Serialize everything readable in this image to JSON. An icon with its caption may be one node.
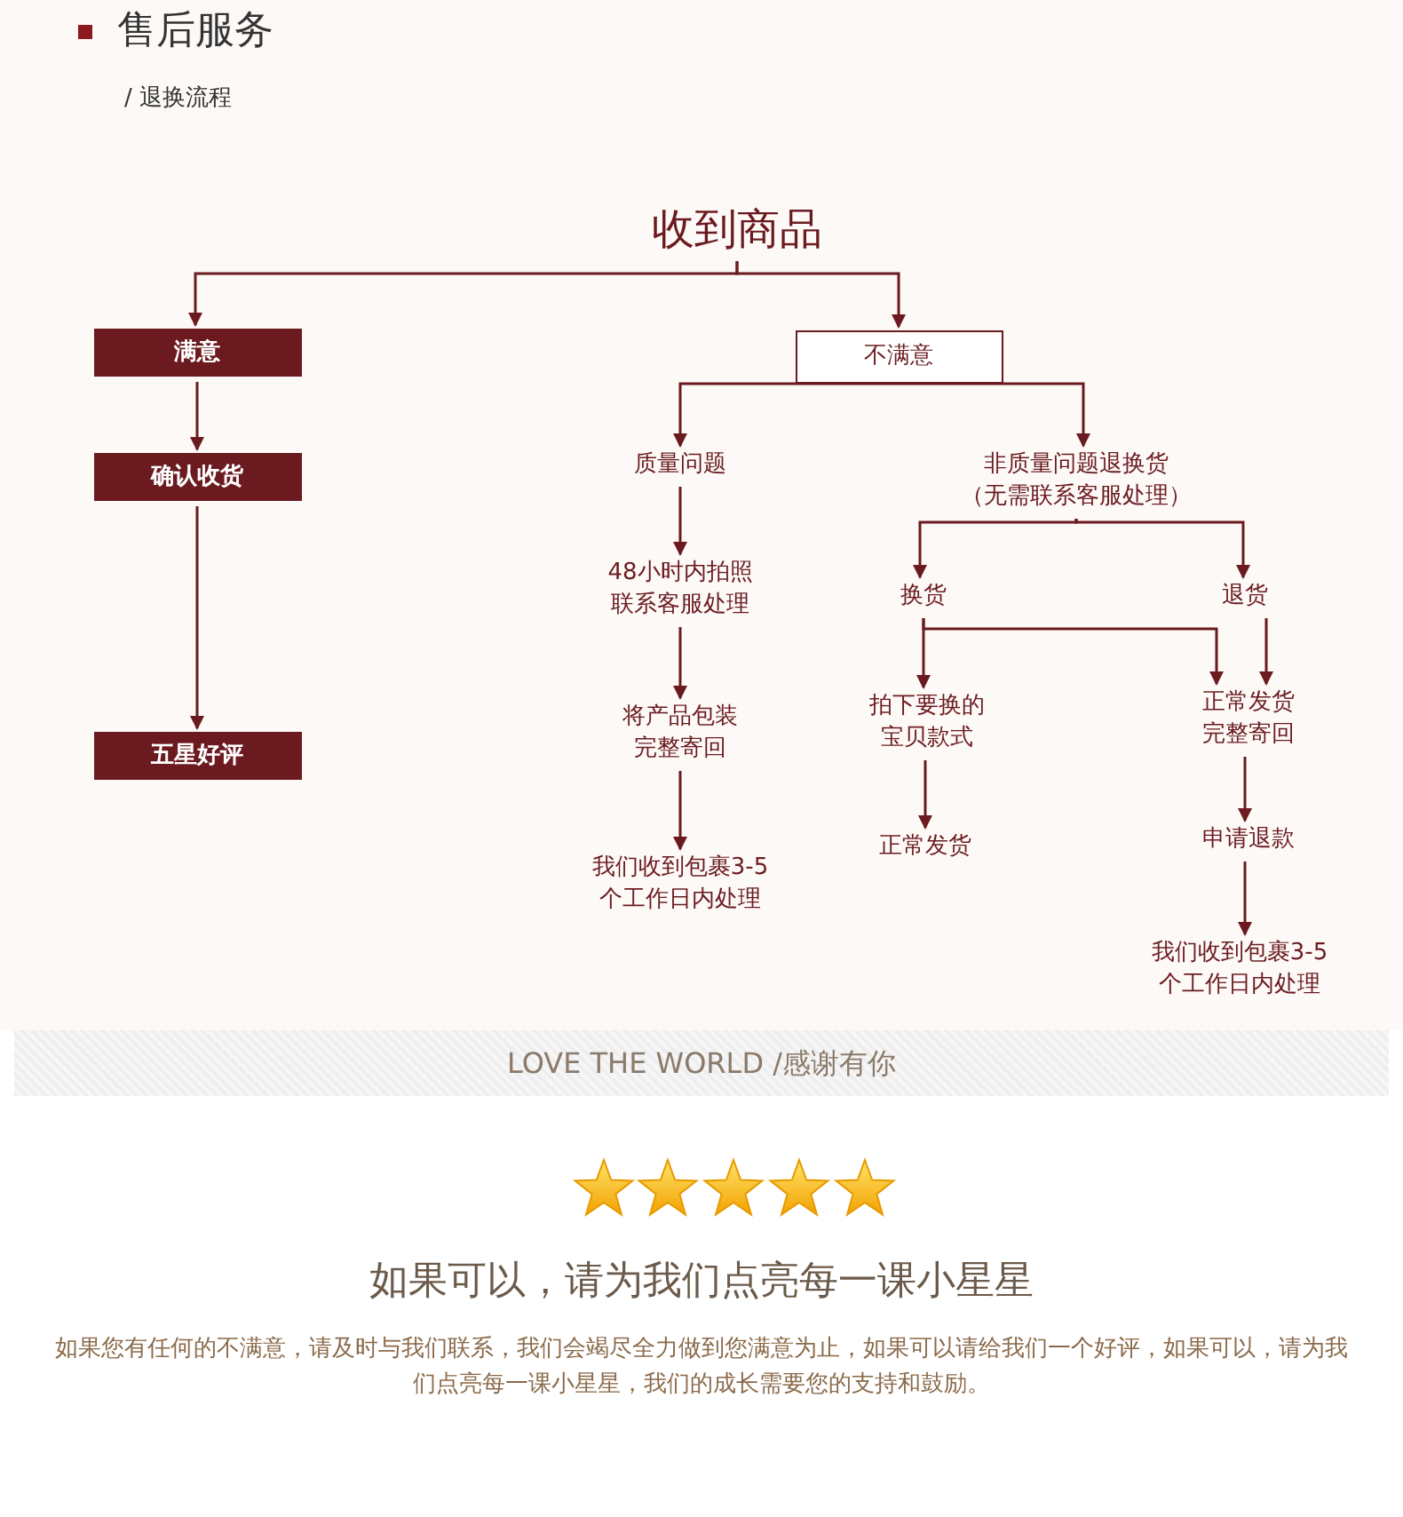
{
  "diagram": {
    "title": "售后服务",
    "nodes": [
      {
        "text": [
          "收到商品"
        ]
      },
      {
        "text": [
          "满意"
        ]
      },
      {
        "text": [
          "不满意"
        ]
      },
      {
        "text": [
          "确认收货"
        ]
      },
      {
        "text": [
          "五星好评"
        ]
      },
      {
        "text": [
          "质量问题"
        ]
      },
      {
        "text": [
          "非质量问题退换货",
          "（无需联系客服处理）"
        ]
      },
      {
        "text": [
          "48小时内拍照联系客服处理"
        ]
      },
      {
        "text": [
          "将产品包装完整寄回"
        ]
      },
      {
        "text": [
          "我们收到包裹3-5个工作日内处理"
        ]
      },
      {
        "text": [
          "换货"
        ]
      },
      {
        "text": [
          "退货"
        ]
      },
      {
        "text": [
          "拍下要换的宝贝款式"
        ]
      },
      {
        "text": [
          "正常发货完整寄回"
        ]
      },
      {
        "text": [
          "正常发货"
        ]
      },
      {
        "text": [
          "申请退款"
        ]
      },
      {
        "text": [
          "我们收到包裹3-5个工作日内处理"
        ]
      }
    ],
    "edges": [
      {
        "from": 0,
        "to": 1,
        "arrow": "to"
      },
      {
        "from": 0,
        "to": 2,
        "arrow": "to"
      },
      {
        "from": 1,
        "to": 3,
        "arrow": "to"
      },
      {
        "from": 3,
        "to": 4,
        "arrow": "to"
      },
      {
        "from": 2,
        "to": 5,
        "arrow": "to"
      },
      {
        "from": 2,
        "to": 6,
        "arrow": "to"
      },
      {
        "from": 5,
        "to": 7,
        "arrow": "to"
      },
      {
        "from": 7,
        "to": 8,
        "arrow": "to"
      },
      {
        "from": 8,
        "to": 9,
        "arrow": "to"
      },
      {
        "from": 6,
        "to": 10,
        "arrow": "to"
      },
      {
        "from": 6,
        "to": 11,
        "arrow": "to"
      },
      {
        "from": 10,
        "to": 12,
        "arrow": "to"
      },
      {
        "from": 10,
        "to": 13,
        "arrow": "to"
      },
      {
        "from": 11,
        "to": 13,
        "arrow": "to"
      },
      {
        "from": 12,
        "to": 14,
        "arrow": "to"
      },
      {
        "from": 13,
        "to": 15,
        "arrow": "to"
      },
      {
        "from": 15,
        "to": 16,
        "arrow": "to"
      }
    ],
    "labels": [
      "/ 退换流程",
      "LOVE THE WORLD /感谢有你",
      "如果可以，请为我们点亮每一课小星星",
      "如果您有任何的不满意，请及时与我们联系，我们会竭尽全力做到您满意为止，如果可以请给我们一个好评，如果可以，请为我们点亮每一课小星星，我们的成长需要您的支持和鼓励。"
    ]
  }
}
